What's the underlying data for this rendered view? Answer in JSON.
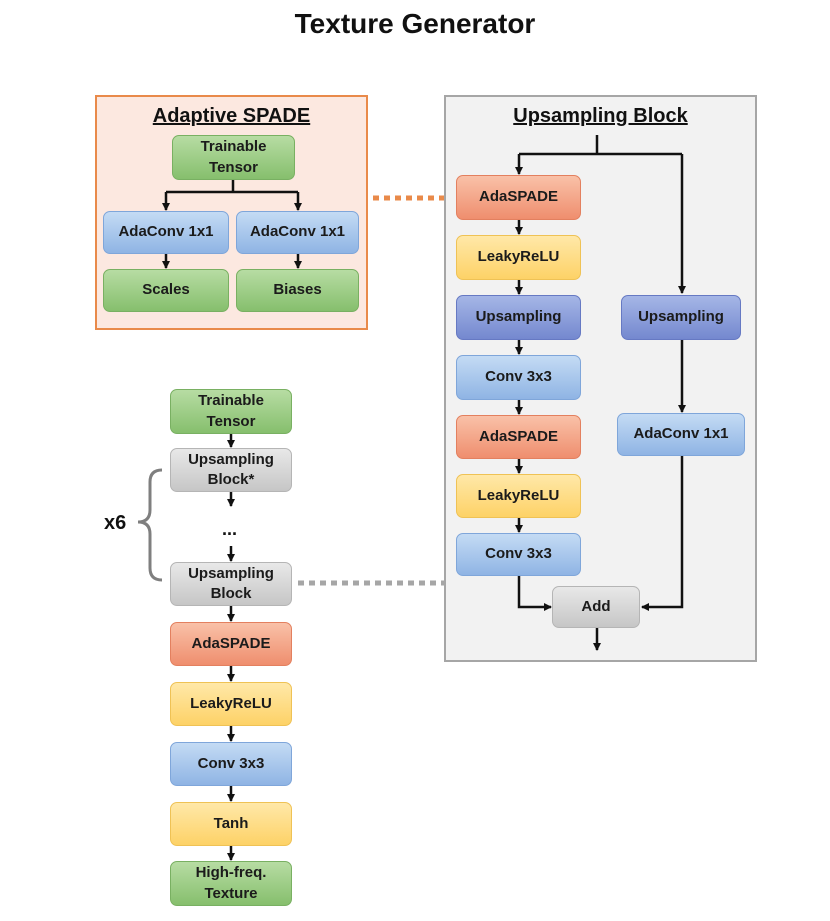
{
  "title": "Texture Generator",
  "colors": {
    "adaptive_panel_fill": "#fce8e0",
    "adaptive_panel_border": "#e98a4a",
    "upsampling_panel_fill": "#f2f2f2",
    "upsampling_panel_border": "#a6a6a6",
    "link_orange": "#e98a4a",
    "link_gray": "#a6a6a6"
  },
  "adaptive_spade": {
    "title": "Adaptive SPADE",
    "trainable_tensor": "Trainable\nTensor",
    "adaconv_left": "AdaConv 1x1",
    "adaconv_right": "AdaConv 1x1",
    "scales": "Scales",
    "biases": "Biases"
  },
  "upsampling_block": {
    "title": "Upsampling Block",
    "main_path": [
      "AdaSPADE",
      "LeakyReLU",
      "Upsampling",
      "Conv 3x3",
      "AdaSPADE",
      "LeakyReLU",
      "Conv 3x3"
    ],
    "skip_upsampling": "Upsampling",
    "skip_adaconv": "AdaConv 1x1",
    "add": "Add"
  },
  "generator": {
    "trainable_tensor": "Trainable\nTensor",
    "upsampling_block_star": "Upsampling\nBlock*",
    "ellipsis": "...",
    "repeat_label": "x6",
    "upsampling_block": "Upsampling\nBlock",
    "adaspade": "AdaSPADE",
    "leakyrelu": "LeakyReLU",
    "conv": "Conv 3x3",
    "tanh": "Tanh",
    "output": "High-freq.\nTexture"
  }
}
